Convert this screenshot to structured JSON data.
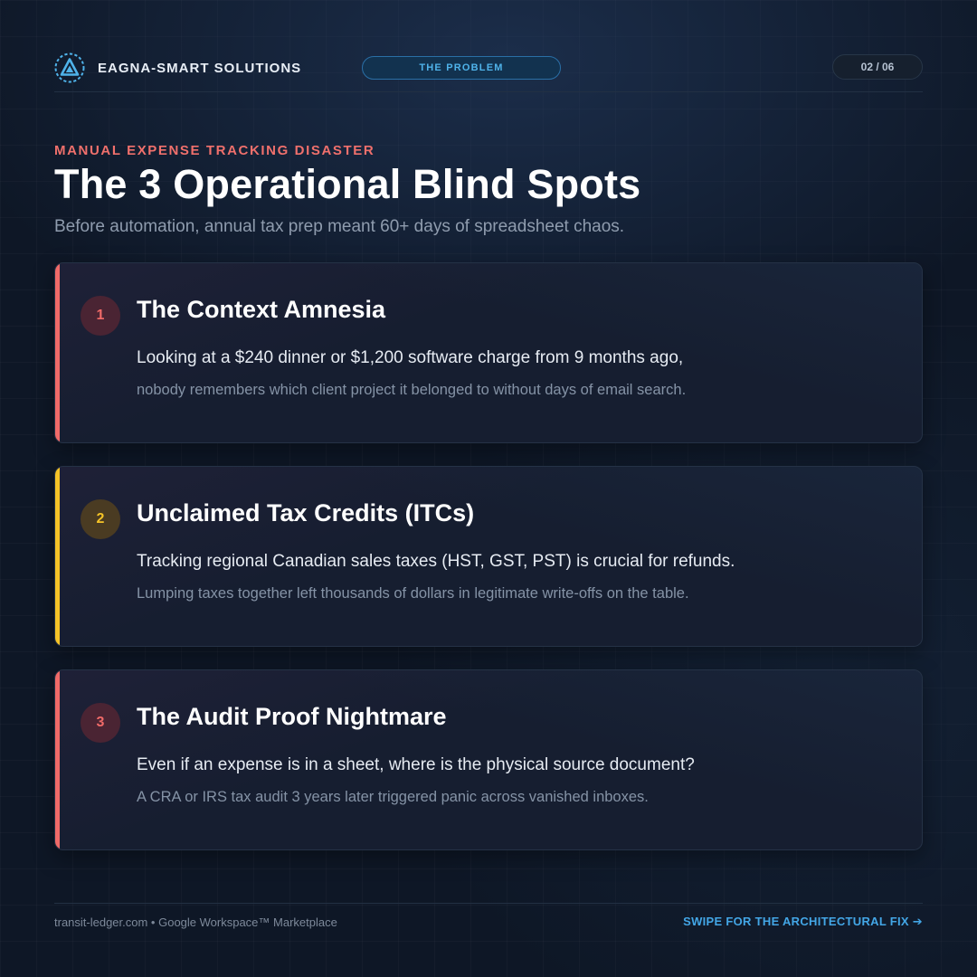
{
  "header": {
    "brand_name": "EAGNA-SMART SOLUTIONS",
    "section_label": "THE PROBLEM",
    "page_counter": "02 / 06"
  },
  "hero": {
    "eyebrow": "MANUAL EXPENSE TRACKING DISASTER",
    "title": "The 3 Operational Blind Spots",
    "subtitle": "Before automation, annual tax prep meant 60+ days of spreadsheet chaos."
  },
  "cards": [
    {
      "number": "1",
      "title": "The Context Amnesia",
      "lead": "Looking at a $240 dinner or $1,200 software charge from 9 months ago,",
      "detail": "nobody remembers which client project it belonged to without days of email search.",
      "accent_color": "#f06a68",
      "badge_bg": "#4a2433",
      "badge_text": "#f06a68"
    },
    {
      "number": "2",
      "title": "Unclaimed Tax Credits (ITCs)",
      "lead": "Tracking regional Canadian sales taxes (HST, GST, PST) is crucial for refunds.",
      "detail": "Lumping taxes together left thousands of dollars in legitimate write-offs on the table.",
      "accent_color": "#f5c327",
      "badge_bg": "#4a3b22",
      "badge_text": "#f5c327"
    },
    {
      "number": "3",
      "title": "The Audit Proof Nightmare",
      "lead": "Even if an expense is in a sheet, where is the physical source document?",
      "detail": "A CRA or IRS tax audit 3 years later triggered panic across vanished inboxes.",
      "accent_color": "#f06a68",
      "badge_bg": "#4a2433",
      "badge_text": "#f06a68"
    }
  ],
  "footer": {
    "source": "transit-ledger.com • Google Workspace™ Marketplace",
    "cta": "SWIPE FOR THE ARCHITECTURAL FIX ➔"
  },
  "colors": {
    "background": "#0e1726",
    "accent_blue": "#43a6e6",
    "accent_red": "#f06a68",
    "accent_yellow": "#f5c327"
  },
  "icons": {
    "brand_logo": "triangle-in-dashed-circle-icon"
  }
}
